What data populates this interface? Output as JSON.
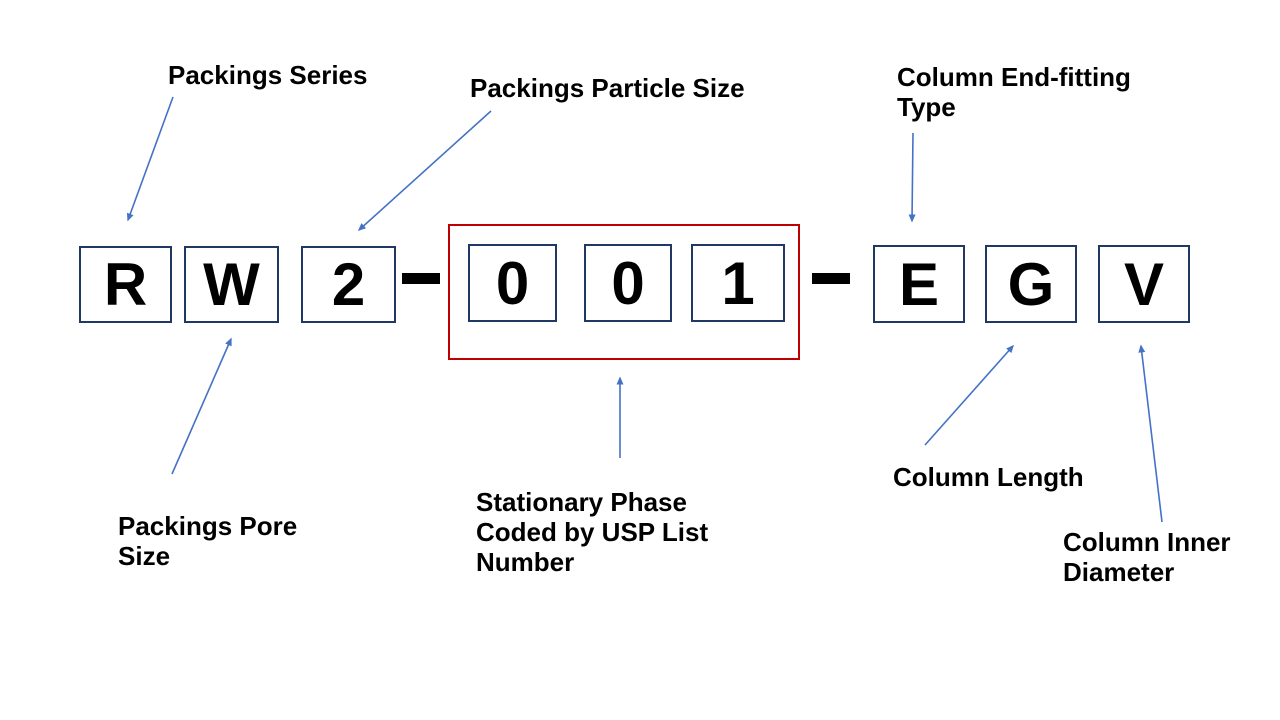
{
  "diagram": {
    "full_code": "RW2-001-EGV",
    "separator": "-",
    "prefix_chars": [
      "R",
      "W",
      "2"
    ],
    "usp_chars": [
      "0",
      "0",
      "1"
    ],
    "suffix_chars": [
      "E",
      "G",
      "V"
    ]
  },
  "labels": {
    "packings_series": "Packings Series",
    "packings_particle_size": "Packings Particle Size",
    "column_end_fitting_type": "Column End-fitting Type",
    "packings_pore_size": "Packings Pore Size",
    "stationary_phase": "Stationary Phase Coded by USP List Number",
    "column_length": "Column Length",
    "column_inner_diameter": "Column Inner Diameter"
  },
  "colors": {
    "arrow": "#4472C4",
    "box_border": "#1F3864",
    "usp_highlight": "#C00000",
    "text": "#000000",
    "background": "#FFFFFF"
  }
}
